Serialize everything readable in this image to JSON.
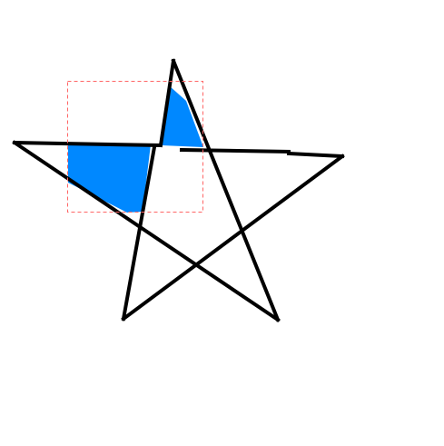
{
  "canvas": {
    "background_color": "#ffffff"
  },
  "selection": {
    "border_color": "#ff6666",
    "style": "dashed"
  },
  "fills": {
    "color": "#0088ff",
    "count": 2
  },
  "star": {
    "stroke_color": "#000000",
    "points": 5
  }
}
